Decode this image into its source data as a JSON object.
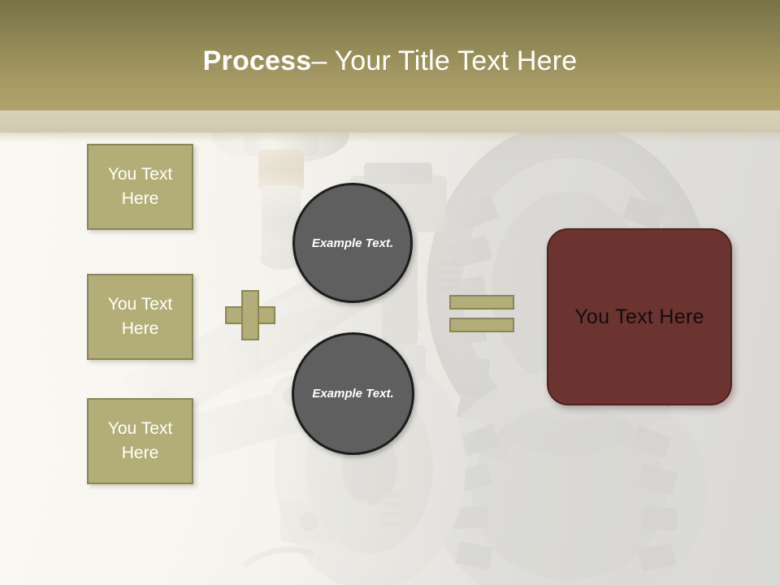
{
  "slide": {
    "title": {
      "emphasis": "Process",
      "rest": " – Your Title Text Here",
      "full": "Process – Your Title Text Here"
    },
    "background": {
      "description": "faded grayscale photograph of automotive machinery, gears, suspension linkage and tire"
    },
    "colors": {
      "title_bar_top": "#797344",
      "title_bar_bottom": "#b0a46d",
      "sub_band": "#d4cdb4",
      "khaki_fill": "#b3ae77",
      "khaki_border": "#8a8557",
      "circle_fill": "#5f5f5f",
      "circle_border": "#1d1d1d",
      "result_fill": "#6b3430",
      "result_border": "#4a2320",
      "title_text": "#ffffff",
      "box_text": "#ffffff",
      "result_text": "#140c0b"
    },
    "input_boxes": [
      {
        "label": "You Text Here"
      },
      {
        "label": "You Text Here"
      },
      {
        "label": "You Text Here"
      }
    ],
    "operators": {
      "plus": "+",
      "equals": "="
    },
    "circles": [
      {
        "label": "Example Text."
      },
      {
        "label": "Example Text."
      }
    ],
    "result_box": {
      "label": "You Text Here"
    }
  }
}
